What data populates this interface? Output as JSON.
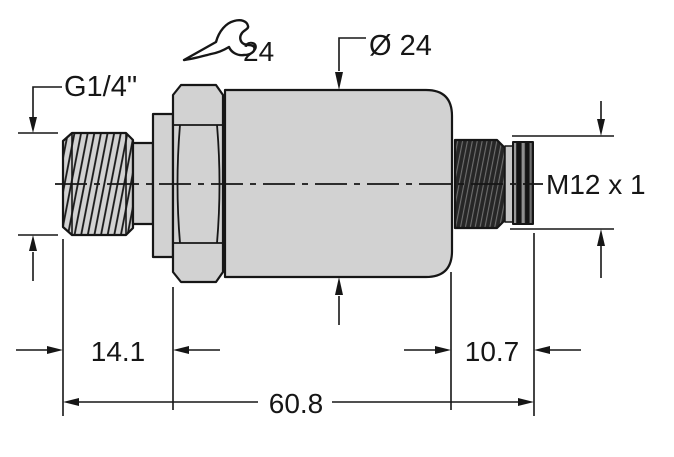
{
  "drawing": {
    "background": "#ffffff",
    "line_color": "#161616",
    "metal_fill": "#d2d2d2",
    "dark_fill": "#282828",
    "labels": {
      "process_thread": "G1/4\"",
      "wrench_size": "24",
      "body_diameter": "Ø 24",
      "connector_thread": "M12 x 1"
    },
    "dimensions": {
      "thread_length": "14.1",
      "connector_length": "10.7",
      "overall_length": "60.8"
    },
    "dimensions_mm": {
      "thread_length": 14.1,
      "connector_length": 10.7,
      "overall_length": 60.8,
      "body_diameter": 24,
      "wrench_size": 24
    },
    "icons": {
      "wrench": "open-end-wrench-icon"
    }
  }
}
